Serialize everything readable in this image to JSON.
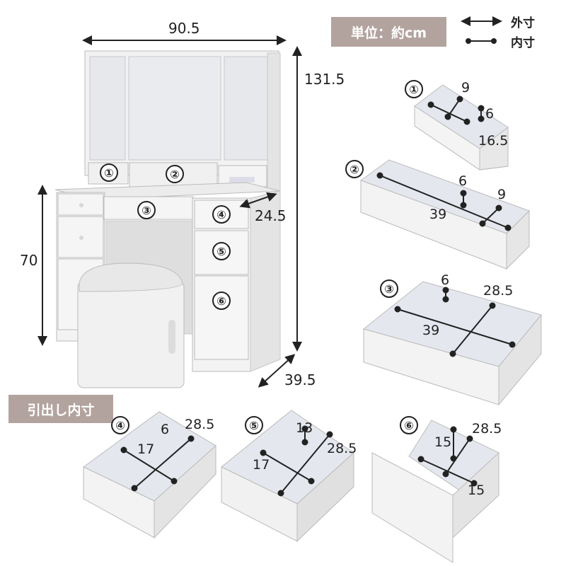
{
  "unit_label": "単位：約cm",
  "legend": {
    "outer": "外寸",
    "inner": "内寸"
  },
  "section_label": "引出し内寸",
  "dresser": {
    "width": "90.5",
    "height": "131.5",
    "desk_height": "70",
    "drawer_depth": "24.5",
    "depth": "39.5",
    "drawer_numbers": [
      "①",
      "②",
      "③",
      "④",
      "⑤",
      "⑥"
    ]
  },
  "drawers": [
    {
      "number": "①",
      "dims": [
        "9",
        "6",
        "16.5"
      ]
    },
    {
      "number": "②",
      "dims": [
        "6",
        "9",
        "39"
      ]
    },
    {
      "number": "③",
      "dims": [
        "6",
        "28.5",
        "39"
      ]
    },
    {
      "number": "④",
      "dims": [
        "6",
        "28.5",
        "17"
      ]
    },
    {
      "number": "⑤",
      "dims": [
        "13",
        "28.5",
        "17"
      ]
    },
    {
      "number": "⑥",
      "dims": [
        "28.5",
        "15",
        "15"
      ]
    }
  ],
  "colors": {
    "badge": "#b3a39e",
    "furniture": "#efefef",
    "drawer_inside": "#e3e6ee"
  }
}
